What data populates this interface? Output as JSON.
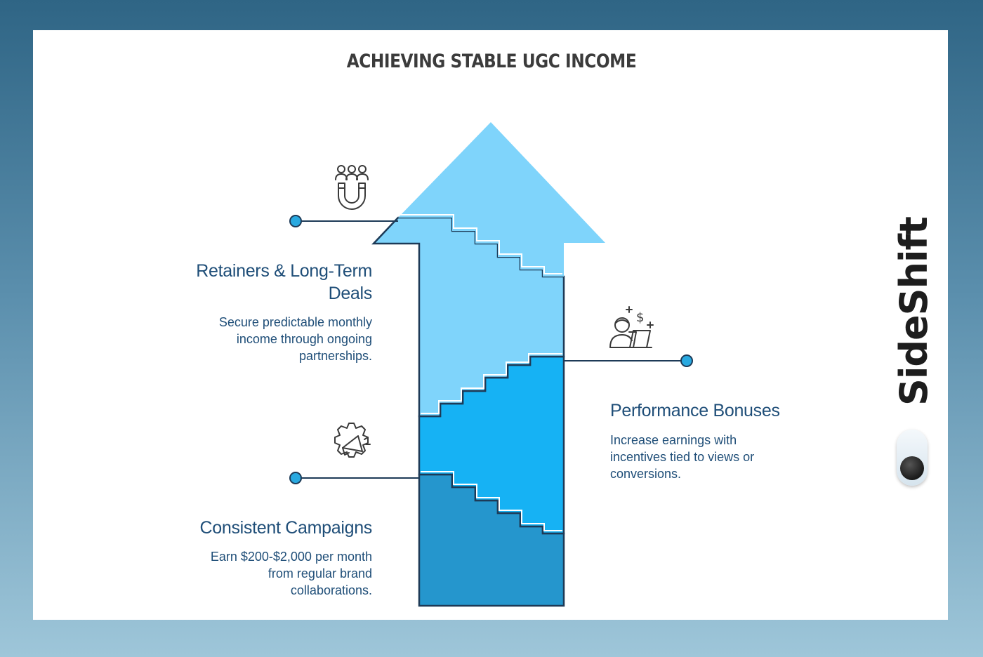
{
  "title": "ACHIEVING STABLE UGC INCOME",
  "colors": {
    "arrow_head": "#7fd4fb",
    "tier_top": "#7fd4fb",
    "tier_middle": "#16b2f4",
    "tier_bottom": "#2596cd",
    "outline": "#1d3a57",
    "connector": "#1d3a57",
    "heading_text": "#1f4e78"
  },
  "steps": [
    {
      "heading": "Retainers & Long-Term Deals",
      "heading_lines": [
        "Retainers & Long-Term",
        "Deals"
      ],
      "description_lines": [
        "Secure predictable monthly",
        "income through ongoing",
        "partnerships."
      ],
      "icon": "audience-magnet-icon"
    },
    {
      "heading": "Performance Bonuses",
      "heading_lines": [
        "Performance Bonuses"
      ],
      "description_lines": [
        "Increase earnings with",
        "incentives tied to views or",
        "conversions."
      ],
      "icon": "creator-earnings-laptop-icon"
    },
    {
      "heading": "Consistent Campaigns",
      "heading_lines": [
        "Consistent Campaigns"
      ],
      "description_lines": [
        "Earn $200-$2,000 per month",
        "from regular brand",
        "collaborations."
      ],
      "icon": "megaphone-gear-icon"
    }
  ],
  "brand": {
    "name": "SideShift",
    "icon": "toggle-switch-icon"
  }
}
